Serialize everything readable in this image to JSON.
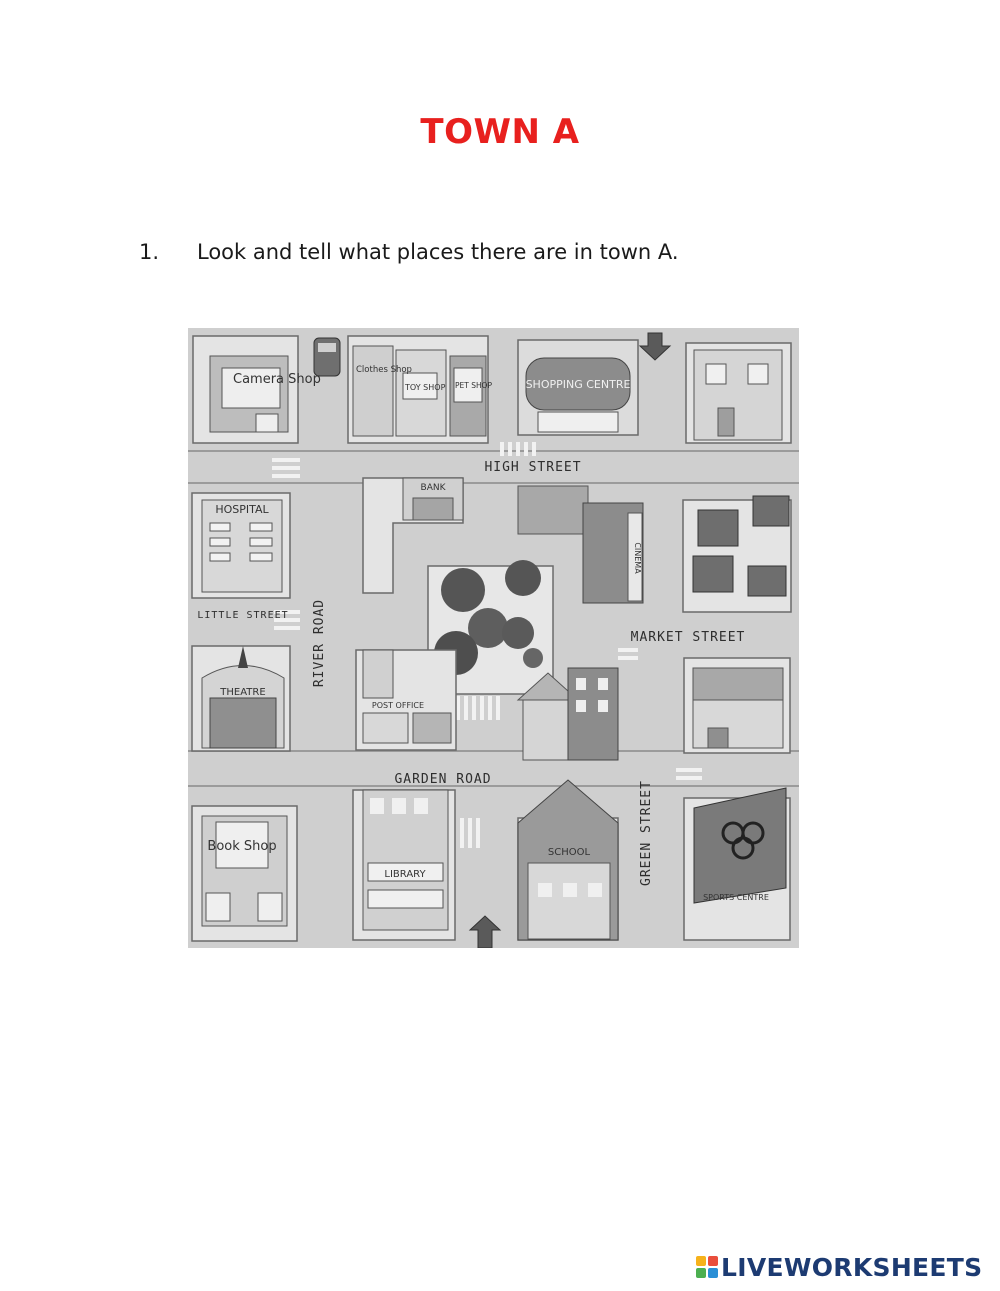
{
  "worksheet": {
    "title": "TOWN A",
    "instruction_number": "1.",
    "instruction_text": "Look and tell what places there are in town A."
  },
  "map": {
    "buildings": {
      "camera_shop": "Camera Shop",
      "clothes_shop": "Clothes Shop",
      "toy_shop": "TOY SHOP",
      "pet_shop": "PET SHOP",
      "shopping_centre": "SHOPPING CENTRE",
      "bank": "BANK",
      "hospital": "HOSPITAL",
      "cinema": "CINEMA",
      "theatre": "THEATRE",
      "post_office": "POST OFFICE",
      "book_shop": "Book Shop",
      "library": "LIBRARY",
      "school": "SCHOOL",
      "sports_centre": "SPORTS CENTRE"
    },
    "streets": {
      "high_street": "HIGH STREET",
      "river_road": "RIVER ROAD",
      "little_street": "LITTLE STREET",
      "market_street": "MARKET STREET",
      "garden_road": "GARDEN ROAD",
      "green_street": "GREEN STREET"
    }
  },
  "footer": {
    "brand": "LIVEWORKSHEETS",
    "logo_colors": [
      "#f6b21b",
      "#e94e3c",
      "#4caf50",
      "#2a8fd6"
    ]
  }
}
